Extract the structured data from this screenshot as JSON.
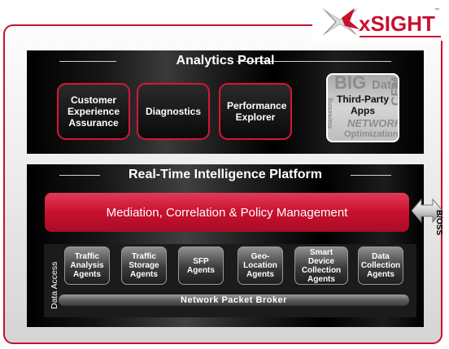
{
  "logo": {
    "text": "xSIGHT",
    "tm": "™"
  },
  "analytics_portal": {
    "title": "Analytics Portal",
    "buttons": [
      {
        "label": "Customer Experience Assurance"
      },
      {
        "label": "Diagnostics"
      },
      {
        "label": "Performance Explorer"
      }
    ],
    "third_party": {
      "label": "Third-Party Apps",
      "background_words": [
        "BIG",
        "Data",
        "Marketing",
        "CEM",
        "NETWORK",
        "Optimization"
      ]
    }
  },
  "platform": {
    "title": "Real-Time Intelligence Platform",
    "mediation_label": "Mediation, Correlation & Policy Management",
    "bss_label": "B/OSS",
    "data_access_label": "Data Access",
    "agents": [
      {
        "label": "Traffic Analysis Agents"
      },
      {
        "label": "Traffic Storage Agents"
      },
      {
        "label": "SFP Agents"
      },
      {
        "label": "Geo-Location Agents"
      },
      {
        "label": "Smart Device Collection Agents"
      },
      {
        "label": "Data Collection Agents"
      }
    ],
    "broker_label": "Network Packet Broker"
  },
  "colors": {
    "brand_red": "#c8102e",
    "panel_black": "#050505",
    "agent_gray": "#3c3c3c"
  }
}
